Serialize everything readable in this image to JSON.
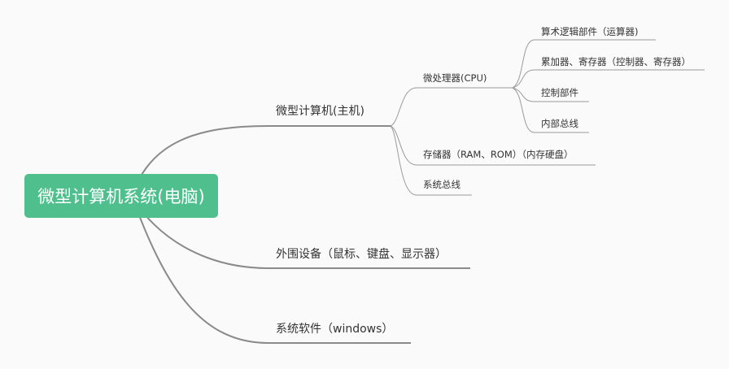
{
  "root": {
    "label": "微型计算机系统(电脑)",
    "color": "#4fc08d"
  },
  "branches": {
    "host": {
      "label": "微型计算机(主机)",
      "children": {
        "cpu": {
          "label": "微处理器(CPU)",
          "children": [
            "算术逻辑部件（运算器)",
            "累加器、寄存器（控制器、寄存器）",
            "控制部件",
            "内部总线"
          ]
        },
        "memory": {
          "label": "存储器（RAM、ROM）（内存硬盘）"
        },
        "bus": {
          "label": "系统总线"
        }
      }
    },
    "peripherals": {
      "label": "外围设备（鼠标、键盘、显示器）"
    },
    "software": {
      "label": "系统软件（windows）"
    }
  },
  "line_color": "#8a8a8a"
}
